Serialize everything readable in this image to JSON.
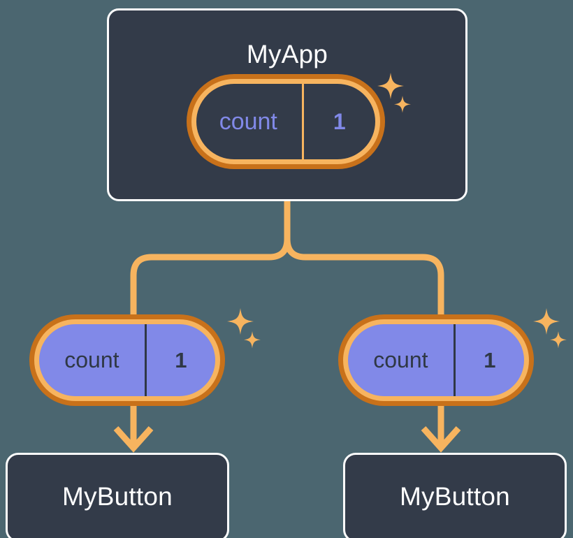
{
  "diagram": {
    "title_visible": false,
    "background_color": "#4b6670",
    "box_fill": "#333b49",
    "box_border": "#fdfdfd",
    "pill_ring_outer": "#c8711a",
    "pill_ring_inner": "#f7b45f",
    "pill_fill_child": "#8189e8",
    "accent_text": "#8189e8",
    "edge_color": "#f7b45f",
    "sparkle_color": "#f7b45f"
  },
  "root": {
    "label": "MyApp",
    "state": {
      "key": "count",
      "value": "1"
    },
    "sparkle": "sparkles-icon"
  },
  "children": [
    {
      "state": {
        "key": "count",
        "value": "1"
      },
      "sparkle": "sparkles-icon",
      "leaf": {
        "label": "MyButton"
      }
    },
    {
      "state": {
        "key": "count",
        "value": "1"
      },
      "sparkle": "sparkles-icon",
      "leaf": {
        "label": "MyButton"
      }
    }
  ],
  "edges": {
    "trunk": "vertical-connector",
    "fork": "branch-connector",
    "arrows": [
      "arrow-down-icon",
      "arrow-down-icon"
    ]
  }
}
